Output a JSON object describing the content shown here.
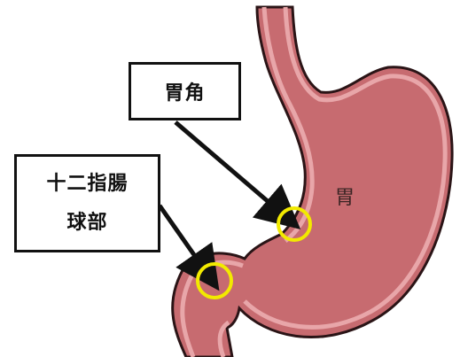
{
  "labels": {
    "stomach": "胃",
    "gastric_angle": "胃角",
    "duodenal_bulb_line1": "十二指腸",
    "duodenal_bulb_line2": "球部"
  },
  "colors": {
    "stomach_fill": "#c76b70",
    "stomach_outline": "#2a1416",
    "mucosa_rim": "#e8a6a9",
    "highlight_circle": "#f2ea00",
    "arrow": "#111111"
  }
}
